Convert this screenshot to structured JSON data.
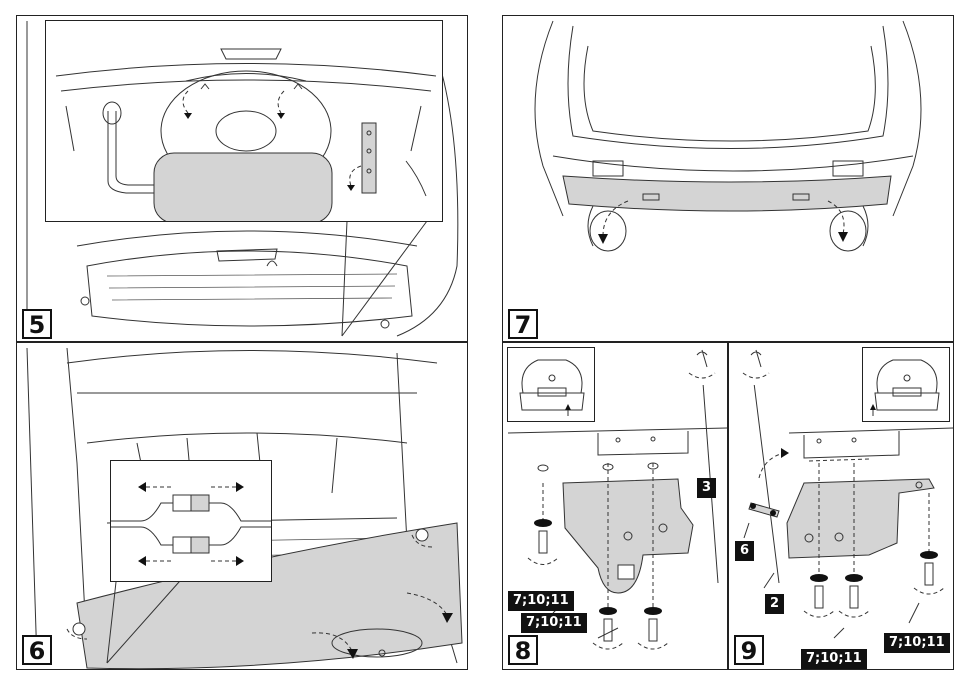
{
  "steps": {
    "s5": "5",
    "s6": "6",
    "s7": "7",
    "s8": "8",
    "s9": "9"
  },
  "parts": {
    "p8_bracket": "3",
    "p8_bolts_left": "7;10;11",
    "p8_bolts_bottom": "7;10;11",
    "p9_bracket": "2",
    "p9_plate": "6",
    "p9_bolts_center": "7;10;11",
    "p9_bolts_right": "7;10;11"
  },
  "colors": {
    "fill_grey": "#d4d4d4",
    "ink": "#111111"
  }
}
